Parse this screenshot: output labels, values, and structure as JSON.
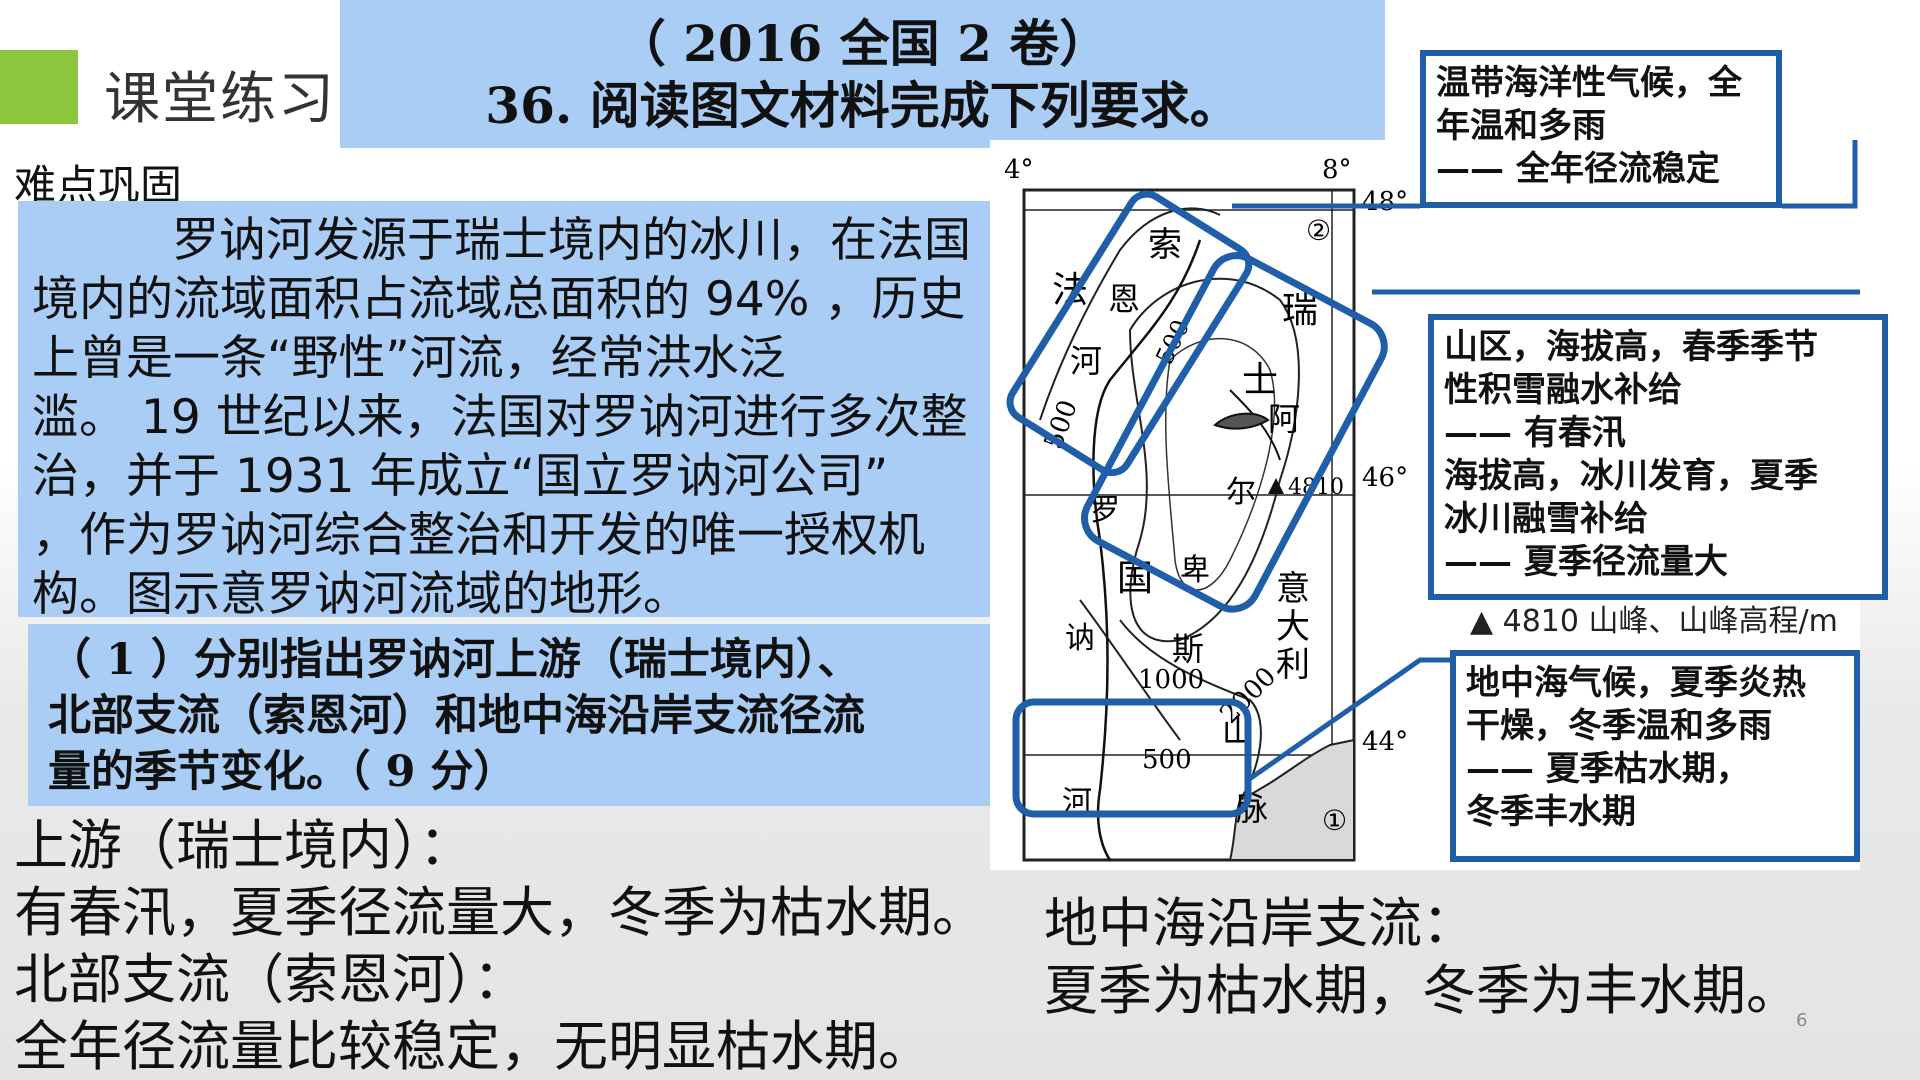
{
  "slide": {
    "section_title": "课堂练习",
    "header": {
      "line1": "（ 2016 全国 2 卷）",
      "line2": "36. 阅读图文材料完成下列要求。"
    },
    "subheading": "难点巩固",
    "passage": {
      "lines": [
        "罗讷河发源于瑞士境内的冰川，在法国",
        "境内的流域面积占流域总面积的 94% ，历史",
        "上曾是一条“野性”河流，经常洪水泛",
        "滥。 19 世纪以来，法国对罗讷河进行多次整",
        "治，并于 1931 年成立“国立罗讷河公司”",
        "，作为罗讷河综合整治和开发的唯一授权机",
        "构。图示意罗讷河流域的地形。"
      ]
    },
    "question": {
      "lines": [
        "（ 1 ）分别指出罗讷河上游（瑞士境内）、",
        "北部支流（索恩河）和地中海沿岸支流径流",
        "量的季节变化。（ 9 分）"
      ]
    },
    "answers_left": [
      "上游（瑞士境内）：",
      "有春汛，夏季径流量大，冬季为枯水期。",
      "北部支流（索恩河）：",
      "全年径流量比较稳定，无明显枯水期。"
    ],
    "answers_right": [
      "地中海沿岸支流：",
      "夏季为枯水期，冬季为丰水期。"
    ],
    "page_number": "6"
  },
  "map": {
    "lon_labels": [
      "4°",
      "8°"
    ],
    "lat_labels": [
      "48°",
      "46°",
      "44°"
    ],
    "place_labels": {
      "saone_1": "索",
      "saone_2": "恩",
      "saone_3": "河",
      "france_1": "法",
      "france_2": "国",
      "switzerland_1": "瑞",
      "switzerland_2": "士",
      "alps_1": "阿",
      "alps_2": "尔",
      "alps_3": "卑",
      "alps_4": "斯",
      "alps_5": "山",
      "alps_6": "脉",
      "italy_1": "意",
      "italy_2": "大",
      "italy_3": "利",
      "rhone_1": "罗",
      "rhone_2": "讷",
      "rhone_3": "河"
    },
    "contours": [
      "500",
      "500",
      "500",
      "1000",
      "2000"
    ],
    "peak_value": "4810",
    "markers": [
      "②",
      "①"
    ],
    "legend": "▲ 4810   山峰、山峰高程/m"
  },
  "callouts": {
    "oceanic": [
      "温带海洋性气候，全",
      "年温和多雨",
      "—— 全年径流稳定"
    ],
    "mountain": [
      "山区，海拔高，春季季节",
      "性积雪融水补给",
      "—— 有春汛",
      "海拔高，冰川发育，夏季",
      "冰川融雪补给",
      "—— 夏季径流量大"
    ],
    "mediterranean": [
      "地中海气候，夏季炎热",
      "干燥，冬季温和多雨",
      "—— 夏季枯水期，",
      "冬季丰水期"
    ]
  },
  "colors": {
    "accent_green": "#8cc63e",
    "highlight_blue": "#a9cdf5",
    "callout_border": "#1f5faa"
  }
}
